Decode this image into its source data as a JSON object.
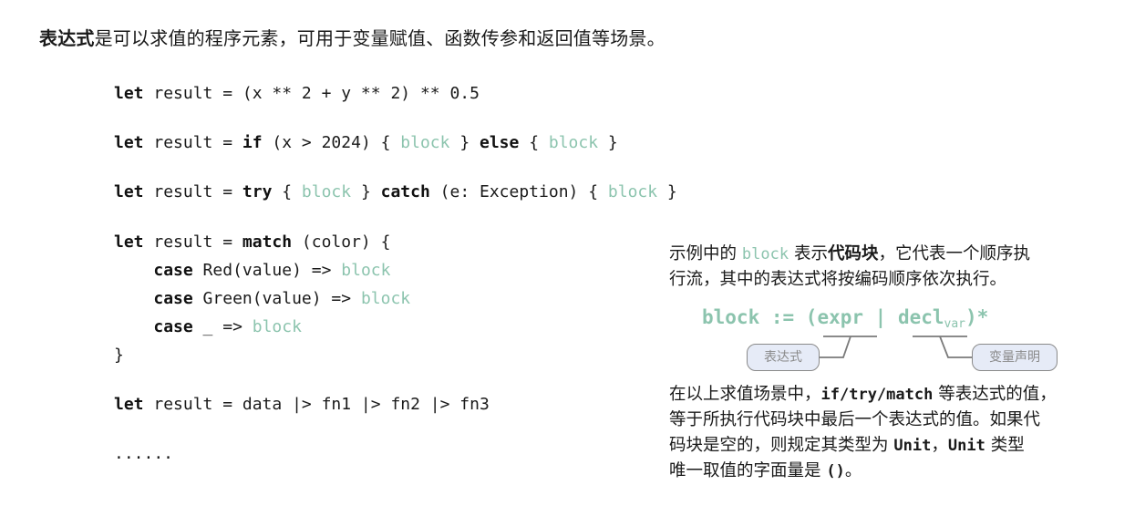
{
  "intro": {
    "term": "表达式",
    "rest": "是可以求值的程序元素，可用于变量赋值、函数传参和返回值等场景。"
  },
  "code_examples": [
    {
      "parts": [
        {
          "t": "let",
          "k": "kw"
        },
        {
          "t": " result = (x ** 2 + y ** 2) ** 0.5",
          "k": "txt"
        }
      ]
    },
    {
      "parts": [
        {
          "t": "let",
          "k": "kw"
        },
        {
          "t": " result = ",
          "k": "txt"
        },
        {
          "t": "if",
          "k": "kw"
        },
        {
          "t": " (x > 2024) { ",
          "k": "txt"
        },
        {
          "t": "block",
          "k": "blk"
        },
        {
          "t": " } ",
          "k": "txt"
        },
        {
          "t": "else",
          "k": "kw"
        },
        {
          "t": " { ",
          "k": "txt"
        },
        {
          "t": "block",
          "k": "blk"
        },
        {
          "t": " }",
          "k": "txt"
        }
      ]
    },
    {
      "parts": [
        {
          "t": "let",
          "k": "kw"
        },
        {
          "t": " result = ",
          "k": "txt"
        },
        {
          "t": "try",
          "k": "kw"
        },
        {
          "t": " { ",
          "k": "txt"
        },
        {
          "t": "block",
          "k": "blk"
        },
        {
          "t": " } ",
          "k": "txt"
        },
        {
          "t": "catch",
          "k": "kw"
        },
        {
          "t": " (e: Exception) { ",
          "k": "txt"
        },
        {
          "t": "block",
          "k": "blk"
        },
        {
          "t": " }",
          "k": "txt"
        }
      ]
    },
    {
      "parts": [
        {
          "t": "let",
          "k": "kw"
        },
        {
          "t": " result = ",
          "k": "txt"
        },
        {
          "t": "match",
          "k": "kw"
        },
        {
          "t": " (color) {",
          "k": "txt"
        }
      ]
    },
    {
      "parts": [
        {
          "t": "    ",
          "k": "txt"
        },
        {
          "t": "case",
          "k": "kw"
        },
        {
          "t": " Red(value) => ",
          "k": "txt"
        },
        {
          "t": "block",
          "k": "blk"
        }
      ]
    },
    {
      "parts": [
        {
          "t": "    ",
          "k": "txt"
        },
        {
          "t": "case",
          "k": "kw"
        },
        {
          "t": " Green(value) => ",
          "k": "txt"
        },
        {
          "t": "block",
          "k": "blk"
        }
      ]
    },
    {
      "parts": [
        {
          "t": "    ",
          "k": "txt"
        },
        {
          "t": "case",
          "k": "kw"
        },
        {
          "t": " _ => ",
          "k": "txt"
        },
        {
          "t": "block",
          "k": "blk"
        }
      ]
    },
    {
      "parts": [
        {
          "t": "}",
          "k": "txt"
        }
      ]
    },
    {
      "parts": [
        {
          "t": "let",
          "k": "kw"
        },
        {
          "t": " result = data |> fn1 |> fn2 |> fn3",
          "k": "txt"
        }
      ]
    },
    {
      "parts": [
        {
          "t": "......",
          "k": "txt"
        }
      ]
    }
  ],
  "side_note": {
    "p1_a": "示例中的 ",
    "p1_code": "block",
    "p1_b": " 表示",
    "p1_bold": "代码块",
    "p1_c": "，它代表一个顺序执",
    "p1_line2": "行流，其中的表达式将按编码顺序依次执行。",
    "grammar": {
      "lhs": "block := (",
      "expr": "expr",
      "sep": " | ",
      "decl": "decl",
      "sub": "var",
      "tail": ")*"
    },
    "tag_expr": "表达式",
    "tag_decl": "变量声明",
    "p2_l1_a": "在以上求值场景中，",
    "p2_l1_code": "if/try/match",
    "p2_l1_b": " 等表达式的值，",
    "p2_l2": "等于所执行代码块中最后一个表达式的值。如果代",
    "p2_l3_a": "码块是空的，则规定其类型为 ",
    "p2_l3_code1": "Unit",
    "p2_l3_b": "，",
    "p2_l3_code2": "Unit",
    "p2_l3_c": " 类型",
    "p2_l4_a": "唯一取值的字面量是 ",
    "p2_l4_code": "()",
    "p2_l4_b": "。"
  },
  "colors": {
    "block_accent": "#8cc4ae",
    "tag_bg": "#e6ebf7",
    "tag_border": "#8a8a8a"
  }
}
